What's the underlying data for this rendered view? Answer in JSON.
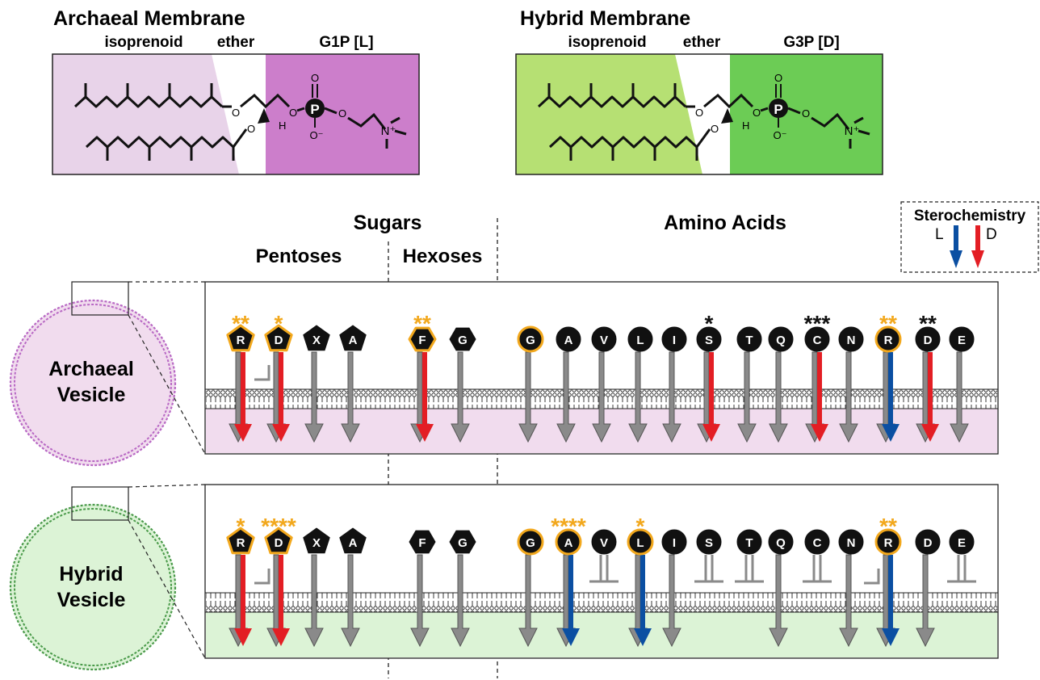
{
  "colors": {
    "archaeal_light": "#e8d3e9",
    "archaeal_dark": "#cc7ecb",
    "archaeal_zone": "#f1dcee",
    "archaeal_vesicle_border": "#b868c4",
    "hybrid_light": "#b6e073",
    "hybrid_dark": "#6ccc55",
    "hybrid_zone": "#dcf3d6",
    "hybrid_vesicle_border": "#4a9a4a",
    "arrow_L": "#0b4fa2",
    "arrow_D": "#e31e24",
    "arrow_none": "#8a8a8a",
    "star_gold": "#f2a81d",
    "star_black": "#111111"
  },
  "membranes": {
    "archaeal": {
      "title": "Archaeal Membrane",
      "labels": [
        "isoprenoid",
        "ether",
        "G1P [L]"
      ],
      "atoms": {
        "O": "O",
        "P": "P",
        "H": "H",
        "O_minus": "O⁻",
        "N_plus": "N⁺"
      }
    },
    "hybrid": {
      "title": "Hybrid Membrane",
      "labels": [
        "isoprenoid",
        "ether",
        "G3P [D]"
      ],
      "atoms": {
        "O": "O",
        "P": "P",
        "H": "H",
        "O_minus": "O⁻",
        "N_plus": "N⁺"
      }
    }
  },
  "headers": {
    "sugars": "Sugars",
    "amino_acids": "Amino Acids",
    "pentoses": "Pentoses",
    "hexoses": "Hexoses"
  },
  "legend": {
    "title": "Sterochemistry",
    "L": "L",
    "D": "D"
  },
  "vesicles": {
    "archaeal": [
      "Archaeal",
      "Vesicle"
    ],
    "hybrid": [
      "Hybrid",
      "Vesicle"
    ]
  },
  "molecules": [
    {
      "label": "R",
      "shape": "pentagon"
    },
    {
      "label": "D",
      "shape": "pentagon"
    },
    {
      "label": "X",
      "shape": "pentagon"
    },
    {
      "label": "A",
      "shape": "pentagon"
    },
    {
      "label": "F",
      "shape": "hexagon"
    },
    {
      "label": "G",
      "shape": "hexagon"
    },
    {
      "label": "G",
      "shape": "circle"
    },
    {
      "label": "A",
      "shape": "circle"
    },
    {
      "label": "V",
      "shape": "circle"
    },
    {
      "label": "L",
      "shape": "circle"
    },
    {
      "label": "I",
      "shape": "circle"
    },
    {
      "label": "S",
      "shape": "circle"
    },
    {
      "label": "T",
      "shape": "circle"
    },
    {
      "label": "Q",
      "shape": "circle"
    },
    {
      "label": "C",
      "shape": "circle"
    },
    {
      "label": "N",
      "shape": "circle"
    },
    {
      "label": "R",
      "shape": "circle"
    },
    {
      "label": "D",
      "shape": "circle"
    },
    {
      "label": "E",
      "shape": "circle"
    }
  ],
  "panels": [
    {
      "name": "archaeal",
      "items": [
        {
          "stars": "**",
          "star_color": "gold",
          "ring": true,
          "arrow": "D",
          "blocked": false
        },
        {
          "stars": "*",
          "star_color": "gold",
          "ring": true,
          "arrow": "D",
          "blocked": true
        },
        {
          "stars": "",
          "star_color": "",
          "ring": false,
          "arrow": "none",
          "blocked": false
        },
        {
          "stars": "",
          "star_color": "",
          "ring": false,
          "arrow": "none",
          "blocked": false
        },
        {
          "stars": "**",
          "star_color": "gold",
          "ring": true,
          "arrow": "D",
          "blocked": false
        },
        {
          "stars": "",
          "star_color": "",
          "ring": false,
          "arrow": "none",
          "blocked": false
        },
        {
          "stars": "",
          "star_color": "",
          "ring": true,
          "arrow": "none",
          "blocked": false
        },
        {
          "stars": "",
          "star_color": "",
          "ring": false,
          "arrow": "none",
          "blocked": false
        },
        {
          "stars": "",
          "star_color": "",
          "ring": false,
          "arrow": "none",
          "blocked": false
        },
        {
          "stars": "",
          "star_color": "",
          "ring": false,
          "arrow": "none",
          "blocked": false
        },
        {
          "stars": "",
          "star_color": "",
          "ring": false,
          "arrow": "none",
          "blocked": false
        },
        {
          "stars": "*",
          "star_color": "black",
          "ring": false,
          "arrow": "D",
          "blocked": false
        },
        {
          "stars": "",
          "star_color": "",
          "ring": false,
          "arrow": "none",
          "blocked": false
        },
        {
          "stars": "",
          "star_color": "",
          "ring": false,
          "arrow": "none",
          "blocked": false
        },
        {
          "stars": "***",
          "star_color": "black",
          "ring": false,
          "arrow": "D",
          "blocked": false
        },
        {
          "stars": "",
          "star_color": "",
          "ring": false,
          "arrow": "none",
          "blocked": false
        },
        {
          "stars": "**",
          "star_color": "gold",
          "ring": true,
          "arrow": "L",
          "blocked": false
        },
        {
          "stars": "**",
          "star_color": "black",
          "ring": false,
          "arrow": "D",
          "blocked": false
        },
        {
          "stars": "",
          "star_color": "",
          "ring": false,
          "arrow": "none",
          "blocked": false
        }
      ]
    },
    {
      "name": "hybrid",
      "items": [
        {
          "stars": "*",
          "star_color": "gold",
          "ring": true,
          "arrow": "D",
          "blocked": false
        },
        {
          "stars": "****",
          "star_color": "gold",
          "ring": true,
          "arrow": "D",
          "blocked": true
        },
        {
          "stars": "",
          "star_color": "",
          "ring": false,
          "arrow": "none",
          "blocked": false
        },
        {
          "stars": "",
          "star_color": "",
          "ring": false,
          "arrow": "none",
          "blocked": false
        },
        {
          "stars": "",
          "star_color": "",
          "ring": false,
          "arrow": "none",
          "blocked": false
        },
        {
          "stars": "",
          "star_color": "",
          "ring": false,
          "arrow": "none",
          "blocked": false
        },
        {
          "stars": "",
          "star_color": "",
          "ring": true,
          "arrow": "none",
          "blocked": false
        },
        {
          "stars": "****",
          "star_color": "gold",
          "ring": true,
          "arrow": "L",
          "blocked": false
        },
        {
          "stars": "",
          "star_color": "",
          "ring": false,
          "arrow": "stop",
          "blocked": false
        },
        {
          "stars": "*",
          "star_color": "gold",
          "ring": true,
          "arrow": "L",
          "blocked": false
        },
        {
          "stars": "",
          "star_color": "",
          "ring": false,
          "arrow": "none",
          "blocked": false
        },
        {
          "stars": "",
          "star_color": "",
          "ring": false,
          "arrow": "stop",
          "blocked": false
        },
        {
          "stars": "",
          "star_color": "",
          "ring": false,
          "arrow": "stop",
          "blocked": false
        },
        {
          "stars": "",
          "star_color": "",
          "ring": false,
          "arrow": "none",
          "blocked": false
        },
        {
          "stars": "",
          "star_color": "",
          "ring": false,
          "arrow": "stop",
          "blocked": false
        },
        {
          "stars": "",
          "star_color": "",
          "ring": false,
          "arrow": "none",
          "blocked": false
        },
        {
          "stars": "**",
          "star_color": "gold",
          "ring": true,
          "arrow": "L",
          "blocked": true
        },
        {
          "stars": "",
          "star_color": "",
          "ring": false,
          "arrow": "none",
          "blocked": false
        },
        {
          "stars": "",
          "star_color": "",
          "ring": false,
          "arrow": "stop",
          "blocked": false
        }
      ]
    }
  ]
}
